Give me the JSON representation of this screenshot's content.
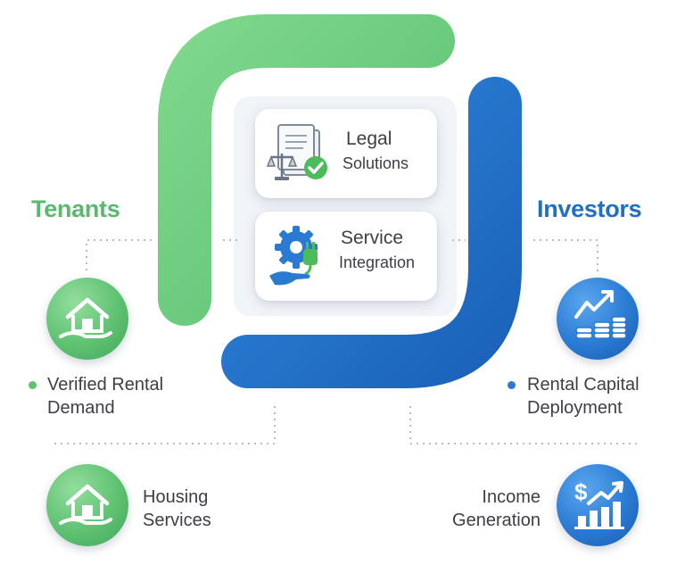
{
  "center": {
    "legal": {
      "title": "Legal",
      "subtitle": "Solutions",
      "icon": "legal-document-scale-icon"
    },
    "service": {
      "title": "Service",
      "subtitle": "Integration",
      "icon": "gear-hand-plug-icon"
    }
  },
  "tenants": {
    "title": "Tenants",
    "color": "#5bb86f",
    "items": [
      {
        "line1": "Verified Rental",
        "line2": "Demand",
        "icon": "house-hand-icon"
      },
      {
        "line1": "Housing",
        "line2": "Services",
        "icon": "house-hand-icon"
      }
    ]
  },
  "investors": {
    "title": "Investors",
    "color": "#1f6fc4",
    "items": [
      {
        "line1": "Rental Capital",
        "line2": "Deployment",
        "icon": "coins-growth-icon"
      },
      {
        "line1": "Income",
        "line2": "Generation",
        "icon": "dollar-bar-chart-icon"
      }
    ]
  }
}
